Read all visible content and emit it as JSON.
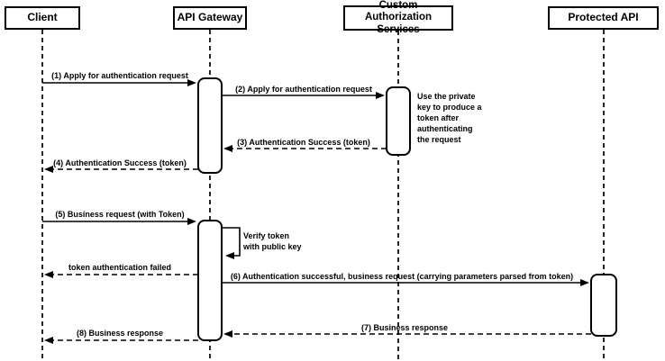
{
  "diagram": {
    "type": "uml-sequence-diagram",
    "colors": {
      "ink": "#000000",
      "paper": "#ffffff"
    }
  },
  "participants": {
    "client": "Client",
    "gateway": "API Gateway",
    "auth": "Custom Authorization\nServices",
    "papi": "Protected API"
  },
  "messages": {
    "m1": "(1) Apply for authentication request",
    "m2": "(2) Apply for authentication request",
    "m3": "(3) Authentication Success (token)",
    "m4": "(4) Authentication Success (token)",
    "m5": "(5) Business request (with Token)",
    "fail": "token authentication failed",
    "m6": "(6) Authentication successful, business request (carrying parameters parsed from token)",
    "m7": "(7) Business response",
    "m8": "(8) Business response",
    "self": "Verify token\nwith public key",
    "note": "Use the private\nkey to produce a\ntoken after\nauthenticating\nthe request"
  }
}
